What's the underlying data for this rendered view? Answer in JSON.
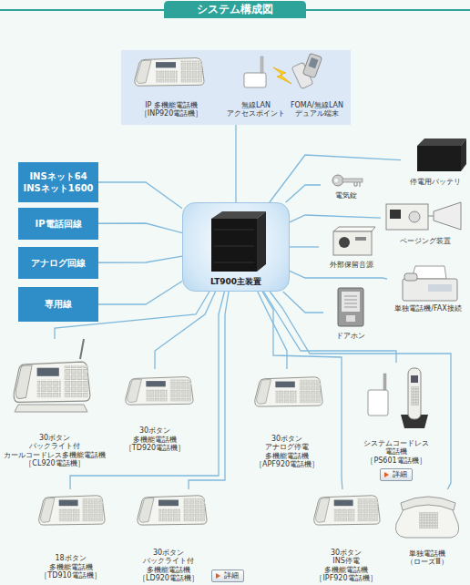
{
  "diagram": {
    "title": "システム構成図",
    "nodes": [
      {
        "text": []
      },
      {
        "text": [
          "IP 多機能電話機 ［INP920電話機］"
        ],
        "in": 0
      },
      {
        "text": [
          "無線LAN アクセスポイント"
        ],
        "in": 0
      },
      {
        "text": [
          "FOMA/無線LAN デュアル端末"
        ],
        "in": 0
      },
      {
        "text": [
          "停電用バッテリ"
        ]
      },
      {
        "text": [
          "INSネット64 INSネット1600"
        ]
      },
      {
        "text": [
          "電気錠"
        ]
      },
      {
        "text": [
          "ページング装置"
        ]
      },
      {
        "text": [
          "IP電話回線"
        ]
      },
      {
        "text": [
          "LT900主装置"
        ]
      },
      {
        "text": [
          "外部保留音源"
        ]
      },
      {
        "text": [
          "アナログ回線"
        ]
      },
      {
        "text": [
          "単独電話機/FAX接続"
        ]
      },
      {
        "text": [
          "専用線"
        ]
      },
      {
        "text": [
          "ドアホン"
        ]
      },
      {
        "text": [
          "30ボタン バックライト付 カールコードレス多機能電話機 ［CL920電話機］"
        ]
      },
      {
        "text": [
          "30ボタン 多機能電話機 ［TD920電話機］"
        ]
      },
      {
        "text": [
          "30ボタン アナログ停電 多機能電話機 ［APF920電話機］"
        ]
      },
      {
        "text": [
          "システムコードレス 電話機 ［PS601電話機］",
          "詳細"
        ]
      },
      {
        "text": [
          "18ボタン 多機能電話機 ［TD910電話機］"
        ]
      },
      {
        "text": [
          "30ボタン バックライト付 多機能電話機 ［LD920電話機］",
          "詳細"
        ]
      },
      {
        "text": [
          "30ボタン INS停電 多機能電話機 ［IPF920電話機］"
        ]
      },
      {
        "text": [
          "単独電話機 （ローズⅢ）"
        ]
      }
    ],
    "edges": [
      {
        "from": 9,
        "to": 0,
        "arrow": "none"
      },
      {
        "from": 9,
        "to": 4,
        "arrow": "none"
      },
      {
        "from": 9,
        "to": 5,
        "arrow": "none"
      },
      {
        "from": 9,
        "to": 6,
        "arrow": "none"
      },
      {
        "from": 9,
        "to": 7,
        "arrow": "none"
      },
      {
        "from": 9,
        "to": 8,
        "arrow": "none"
      },
      {
        "from": 9,
        "to": 10,
        "arrow": "none"
      },
      {
        "from": 9,
        "to": 11,
        "arrow": "none"
      },
      {
        "from": 9,
        "to": 12,
        "arrow": "none"
      },
      {
        "from": 9,
        "to": 13,
        "arrow": "none"
      },
      {
        "from": 9,
        "to": 14,
        "arrow": "none"
      },
      {
        "from": 9,
        "to": 15,
        "arrow": "none"
      },
      {
        "from": 9,
        "to": 16,
        "arrow": "none"
      },
      {
        "from": 9,
        "to": 17,
        "arrow": "none"
      },
      {
        "from": 9,
        "to": 18,
        "arrow": "none"
      },
      {
        "from": 9,
        "to": 19,
        "arrow": "none"
      },
      {
        "from": 9,
        "to": 20,
        "arrow": "none"
      },
      {
        "from": 9,
        "to": 21,
        "arrow": "none"
      },
      {
        "from": 9,
        "to": 22,
        "arrow": "none"
      }
    ]
  }
}
